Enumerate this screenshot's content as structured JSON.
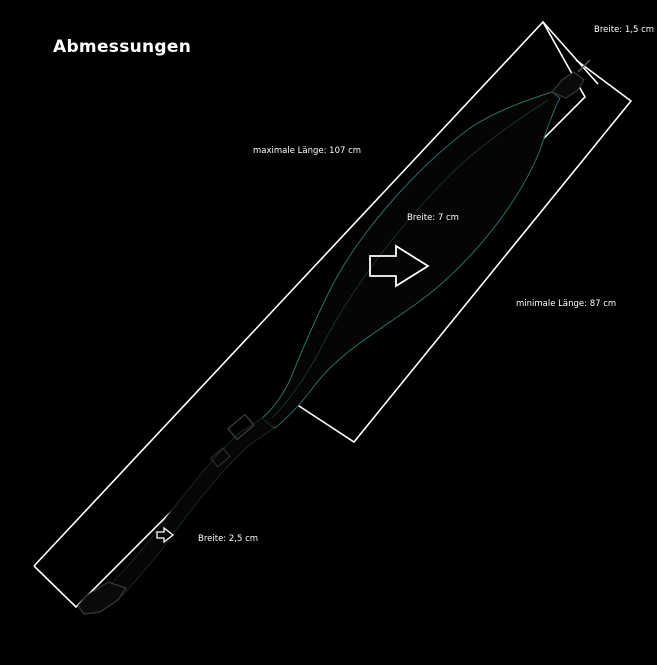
{
  "title": "Abmessungen",
  "labels": {
    "max_length": "maximale Länge: 107 cm",
    "min_length": "minimale Länge: 87 cm",
    "width_pad": "Breite: 7 cm",
    "width_top": "Breite: 1,5 cm",
    "width_bottom": "Breite: 2,5 cm"
  },
  "colors": {
    "background": "#000000",
    "outline": "#ffffff",
    "strap_edge": "#2a6f66"
  }
}
